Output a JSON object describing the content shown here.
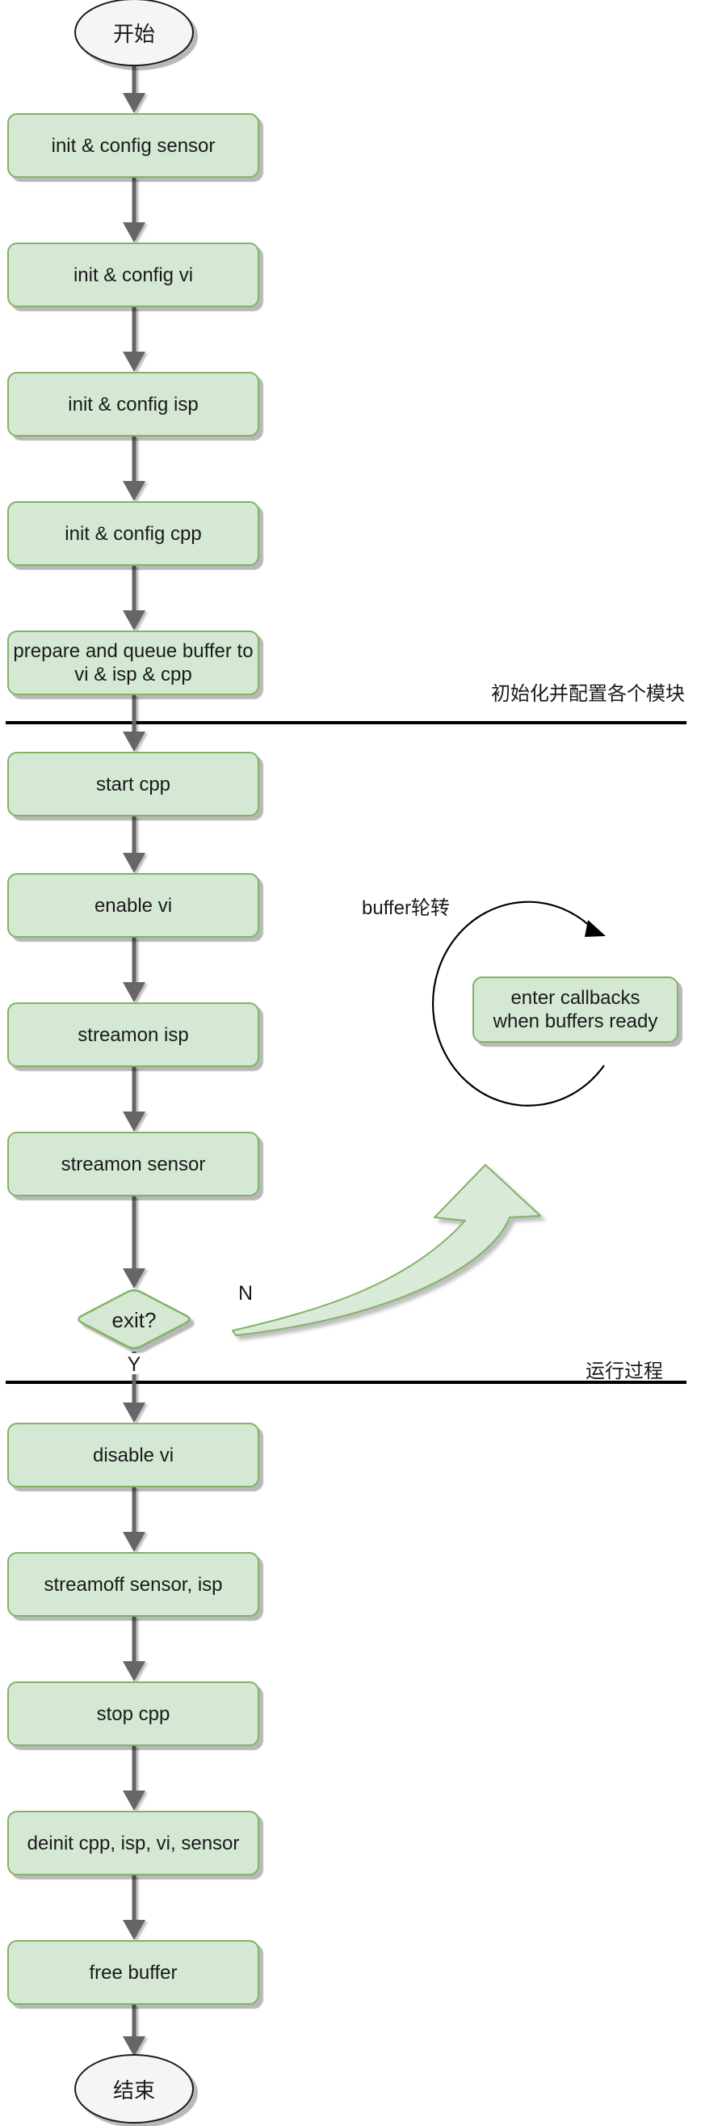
{
  "flowchart": {
    "terminals": {
      "start": "开始",
      "end": "结束"
    },
    "steps": [
      {
        "id": "init-config-sensor",
        "label": "init & config sensor"
      },
      {
        "id": "init-config-vi",
        "label": "init & config vi"
      },
      {
        "id": "init-config-isp",
        "label": "init & config isp"
      },
      {
        "id": "init-config-cpp",
        "label": "init & config cpp"
      },
      {
        "id": "prepare-queue-buffer",
        "label": "prepare and queue buffer to\nvi & isp & cpp"
      },
      {
        "id": "start-cpp",
        "label": "start cpp"
      },
      {
        "id": "enable-vi",
        "label": "enable vi"
      },
      {
        "id": "streamon-isp",
        "label": "streamon isp"
      },
      {
        "id": "streamon-sensor",
        "label": "streamon sensor"
      },
      {
        "id": "disable-vi",
        "label": "disable vi"
      },
      {
        "id": "streamoff-sensor-isp",
        "label": "streamoff sensor, isp"
      },
      {
        "id": "stop-cpp",
        "label": "stop cpp"
      },
      {
        "id": "deinit-all",
        "label": "deinit cpp, isp, vi, sensor"
      },
      {
        "id": "free-buffer",
        "label": "free buffer"
      }
    ],
    "decision": {
      "label": "exit?",
      "no": "N",
      "yes": "Y"
    },
    "callback": {
      "label": "enter callbacks\nwhen buffers ready"
    },
    "loop_label": "buffer轮转",
    "sections": [
      {
        "label": "初始化并配置各个模块"
      },
      {
        "label": "运行过程"
      }
    ],
    "colors": {
      "node_fill": "#d5e8d4",
      "node_stroke": "#82b366",
      "terminal_fill": "#f5f5f5",
      "terminal_stroke": "#1a1a1a",
      "connector": "#666666",
      "divider": "#000000",
      "loop_arrow": "#000000",
      "text": "#1a1a1a"
    }
  }
}
